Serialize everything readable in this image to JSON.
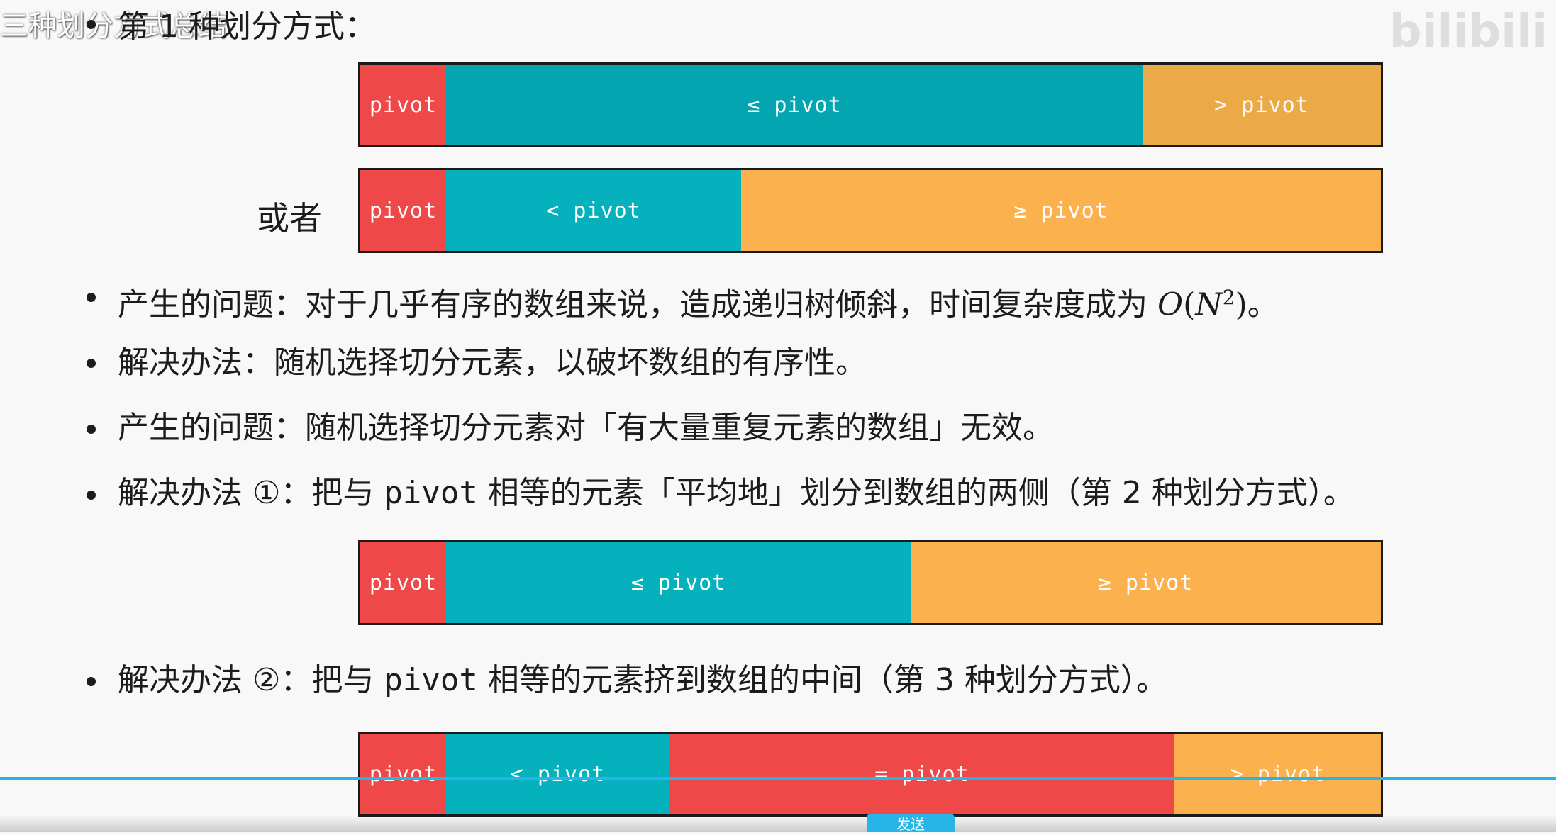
{
  "video_title": "三种划分方式总结",
  "watermark": "bilibili",
  "sections": {
    "heading": "第 1 种划分方式：",
    "or_label": "或者",
    "problem1": {
      "prefix": "产生的问题：对于几乎有序的数组来说，造成递归树倾斜，时间复杂度成为 ",
      "math_o": "O",
      "math_paren_open": "(",
      "math_n": "N",
      "math_sup": "2",
      "math_paren_close": ")",
      "suffix": "。"
    },
    "solution1": "解决办法：随机选择切分元素，以破坏数组的有序性。",
    "problem2": "产生的问题：随机选择切分元素对「有大量重复元素的数组」无效。",
    "solution2": {
      "prefix": "解决办法 ①：把与 ",
      "keyword": "pivot",
      "suffix": " 相等的元素「平均地」划分到数组的两侧（第 2 种划分方式）。"
    },
    "solution3": {
      "prefix": "解决办法 ②：把与 ",
      "keyword": "pivot",
      "suffix": " 相等的元素挤到数组的中间（第 3 种划分方式）。"
    }
  },
  "bars": {
    "bar1": {
      "pivot": "pivot",
      "left": "≤ pivot",
      "right": "> pivot"
    },
    "bar2": {
      "pivot": "pivot",
      "left": "< pivot",
      "right": "≥ pivot"
    },
    "bar3": {
      "pivot": "pivot",
      "left": "≤ pivot",
      "right": "≥ pivot"
    },
    "bar4": {
      "pivot": "pivot",
      "left": "< pivot",
      "middle": "= pivot",
      "right": "> pivot"
    }
  },
  "player": {
    "send_label": "发送"
  },
  "colors": {
    "pivot_red": "#ee4848",
    "teal": "#04b1bd",
    "orange": "#fbb24e",
    "progress_blue": "#27b4e6"
  }
}
